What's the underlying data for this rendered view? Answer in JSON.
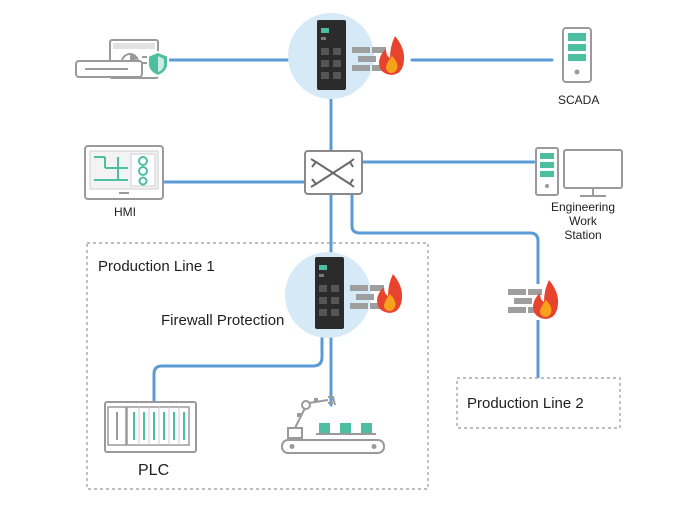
{
  "labels": {
    "scada": "SCADA",
    "hmi": "HMI",
    "engineering_line1": "Engineering",
    "engineering_line2": "Work",
    "engineering_line3": "Station",
    "production_line_1": "Production Line 1",
    "production_line_2": "Production Line 2",
    "firewall_protection": "Firewall Protection",
    "plc": "PLC"
  },
  "colors": {
    "link": "#5b9bd5",
    "device_dark": "#2b2b2b",
    "halo": "#d6e9f7",
    "accent_green": "#4dbfa0",
    "gray_outline": "#9a9a9a",
    "brick": "#9e9e9e",
    "flame_outer": "#e8432e",
    "flame_inner": "#f7a21b",
    "shield": "#4dbfa0"
  },
  "icons": [
    "firewall-appliance-icon",
    "brick-wall-flame-icon",
    "server-tower-icon",
    "switch-icon",
    "hmi-panel-icon",
    "engineering-workstation-icon",
    "plc-rack-icon",
    "robot-arm-conveyor-icon",
    "laptop-shield-icon"
  ]
}
